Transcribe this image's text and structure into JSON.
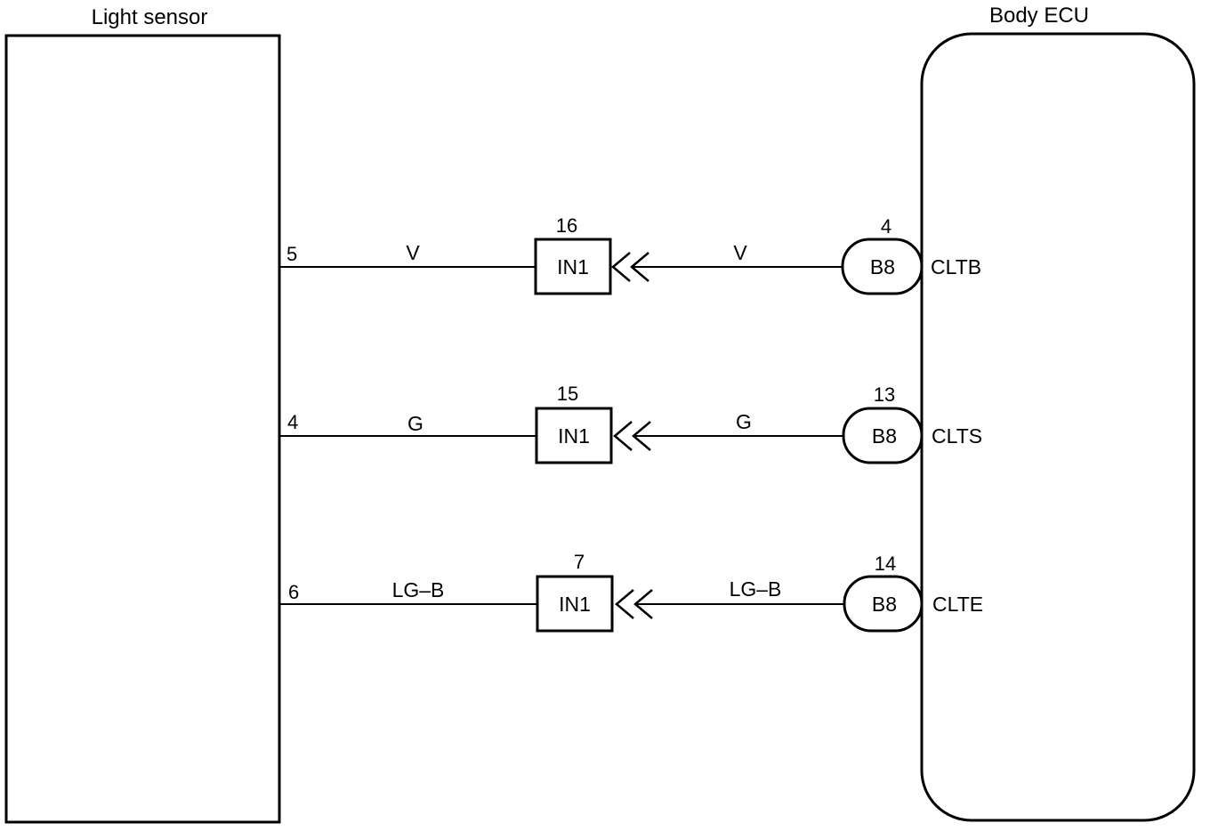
{
  "left_component": {
    "title": "Light sensor"
  },
  "right_component": {
    "title": "Body ECU"
  },
  "circuits": [
    {
      "sensor_pin": "5",
      "wire_left": "V",
      "junction_number": "16",
      "junction_label": "IN1",
      "wire_right": "V",
      "ecu_pin": "4",
      "ecu_connector": "B8",
      "ecu_terminal": "CLTB"
    },
    {
      "sensor_pin": "4",
      "wire_left": "G",
      "junction_number": "15",
      "junction_label": "IN1",
      "wire_right": "G",
      "ecu_pin": "13",
      "ecu_connector": "B8",
      "ecu_terminal": "CLTS"
    },
    {
      "sensor_pin": "6",
      "wire_left": "LG–B",
      "junction_number": "7",
      "junction_label": "IN1",
      "wire_right": "LG–B",
      "ecu_pin": "14",
      "ecu_connector": "B8",
      "ecu_terminal": "CLTE"
    }
  ]
}
